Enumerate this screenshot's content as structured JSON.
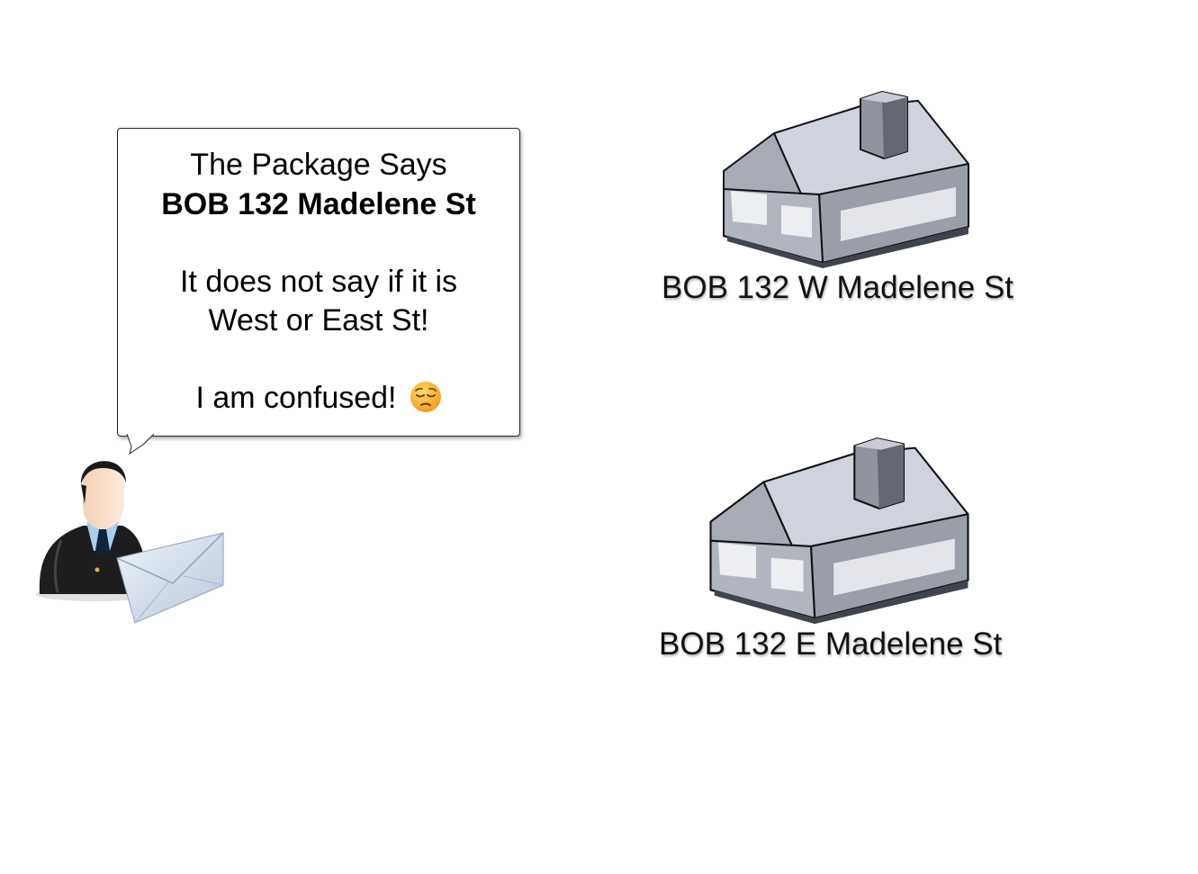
{
  "callout": {
    "line1": "The Package Says",
    "line2": "BOB 132 Madelene St",
    "line3": "It does not say if it is",
    "line4": "West or East St!",
    "line5": "I am confused!",
    "emoji": "pensive-face-icon"
  },
  "houses": [
    {
      "label": "BOB 132 W Madelene St",
      "icon": "house-icon"
    },
    {
      "label": "BOB 132 E Madelene St",
      "icon": "house-icon"
    }
  ],
  "postman": {
    "icon": "mail-carrier-icon",
    "envelope": "envelope-icon"
  },
  "colors": {
    "roof": "#d1d4de",
    "roof_left": "#b6bac7",
    "wall": "#9a9ea8",
    "wall_right": "#7f848e",
    "chimney": "#636873",
    "window": "#eceef2",
    "emoji_face": "#f7b53b",
    "envelope": "#d8e2ee"
  }
}
